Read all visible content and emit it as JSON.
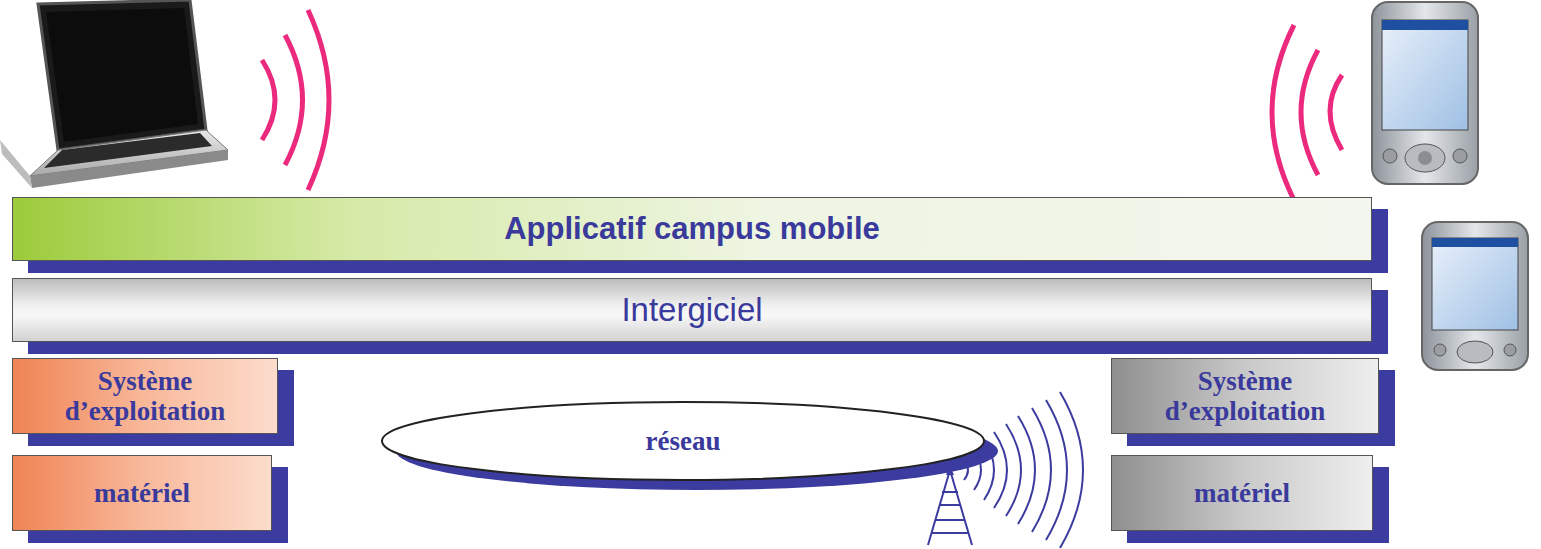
{
  "diagram": {
    "nodes": [
      {
        "text": [
          "Applicatif campus mobile"
        ]
      },
      {
        "text": [
          "Intergiciel"
        ]
      },
      {
        "text": [
          "Système d’exploitation"
        ]
      },
      {
        "text": [
          "réseau"
        ]
      },
      {
        "text": [
          "Système d’exploitation"
        ]
      },
      {
        "text": [
          "matériel"
        ]
      },
      {
        "text": [
          "matériel"
        ]
      }
    ]
  }
}
